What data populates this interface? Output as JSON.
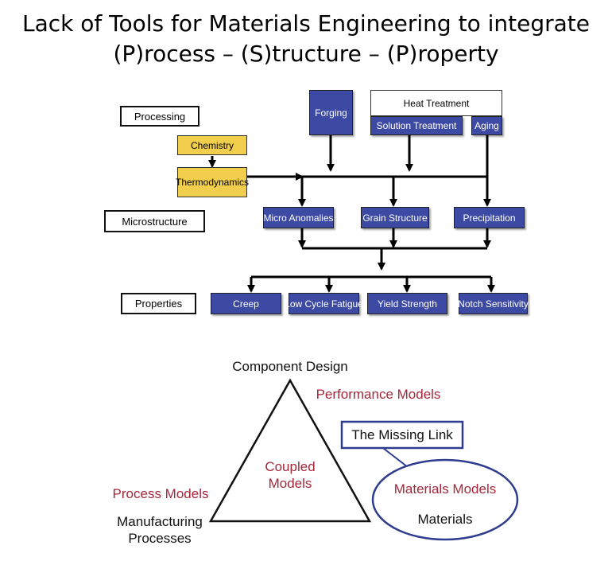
{
  "title": {
    "line1": "Lack of Tools for Materials Engineering to integrate",
    "line2": "(P)rocess – (S)tructure – (P)roperty"
  },
  "flowchart": {
    "rows": {
      "processing": "Processing",
      "microstructure": "Microstructure",
      "properties": "Properties"
    },
    "inputs": {
      "chemistry": "Chemistry",
      "thermodynamics": "Thermodynamics",
      "forging": "Forging",
      "heat_treatment": "Heat Treatment",
      "solution_treatment": "Solution Treatment",
      "aging": "Aging"
    },
    "microstructure": {
      "micro_anomalies": "Micro Anomalies",
      "grain_structure": "Grain Structure",
      "precipitation": "Precipitation"
    },
    "properties": {
      "creep": "Creep",
      "low_cycle_fatigue": "Low Cycle Fatigue",
      "yield_strength": "Yield Strength",
      "notch_sensitivity": "Notch Sensitivity"
    },
    "colors": {
      "blue_box": "#3d4aa3",
      "yellow_box": "#f1cf4c",
      "arrow": "#000000"
    }
  },
  "triangle": {
    "top": "Component Design",
    "performance_models": "Performance Models",
    "center_line1": "Coupled",
    "center_line2": "Models",
    "process_models": "Process Models",
    "manufacturing_line1": "Manufacturing",
    "manufacturing_line2": "Processes",
    "missing_link": "The Missing Link",
    "materials_models": "Materials Models",
    "materials": "Materials",
    "colors": {
      "red_text": "#a4273a",
      "ellipse_border": "#2e3d8f"
    }
  }
}
